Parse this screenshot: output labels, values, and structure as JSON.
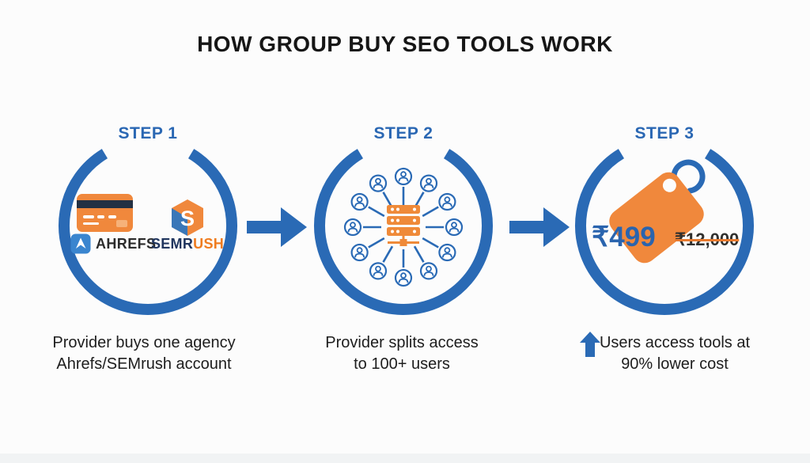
{
  "title": "HOW GROUP BUY SEO TOOLS WORK",
  "colors": {
    "blue": "#2a6ab5",
    "orange": "#f0883c",
    "dark_text": "#1d1d1d",
    "navy": "#233043"
  },
  "steps": [
    {
      "label": "STEP 1",
      "caption": [
        "Provider buys one agency",
        "Ahrefs/SEMrush account"
      ],
      "ahrefs_label": "AHREFS",
      "semrush_monogram": "S",
      "semrush_label_dark": "SEMR",
      "semrush_label_orange": "USH"
    },
    {
      "label": "STEP 2",
      "caption": [
        "Provider splits access",
        "to 100+ users"
      ],
      "users_shown": 12
    },
    {
      "label": "STEP 3",
      "caption": [
        "Users access tools at",
        "90% lower cost"
      ],
      "price_new": "₹499",
      "price_old": "₹12,000"
    }
  ]
}
